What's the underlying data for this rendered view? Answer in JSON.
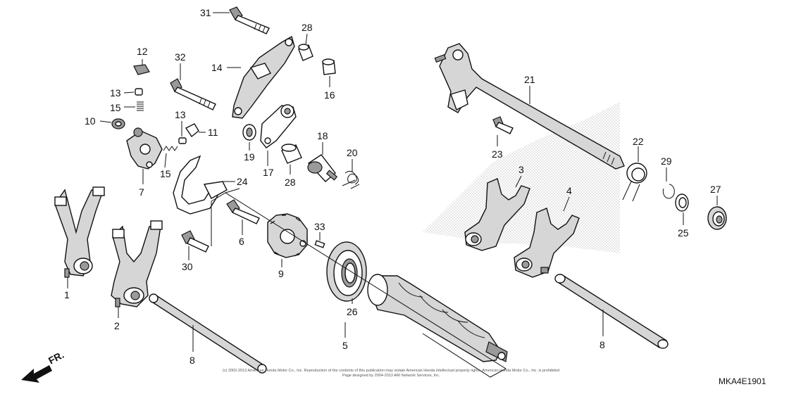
{
  "diagram": {
    "callouts": [
      "1",
      "2",
      "3",
      "4",
      "5",
      "6",
      "7",
      "8",
      "9",
      "10",
      "11",
      "12",
      "13",
      "14",
      "15",
      "16",
      "17",
      "18",
      "19",
      "20",
      "21",
      "22",
      "23",
      "24",
      "25",
      "26",
      "27",
      "28",
      "29",
      "30",
      "31",
      "32",
      "33"
    ],
    "front_marker": "FR.",
    "copyright_line1": "(c) 2002-2013 American Honda Motor Co., Inc. Reproduction of the contents of this publication may violate American Honda intellectual property rights. American Honda Motor Co., Inc. is prohibited",
    "copyright_line2": "Page designed by 2004-2013 ARI Network Services, Inc.",
    "diagram_code": "MKA4E1901"
  }
}
